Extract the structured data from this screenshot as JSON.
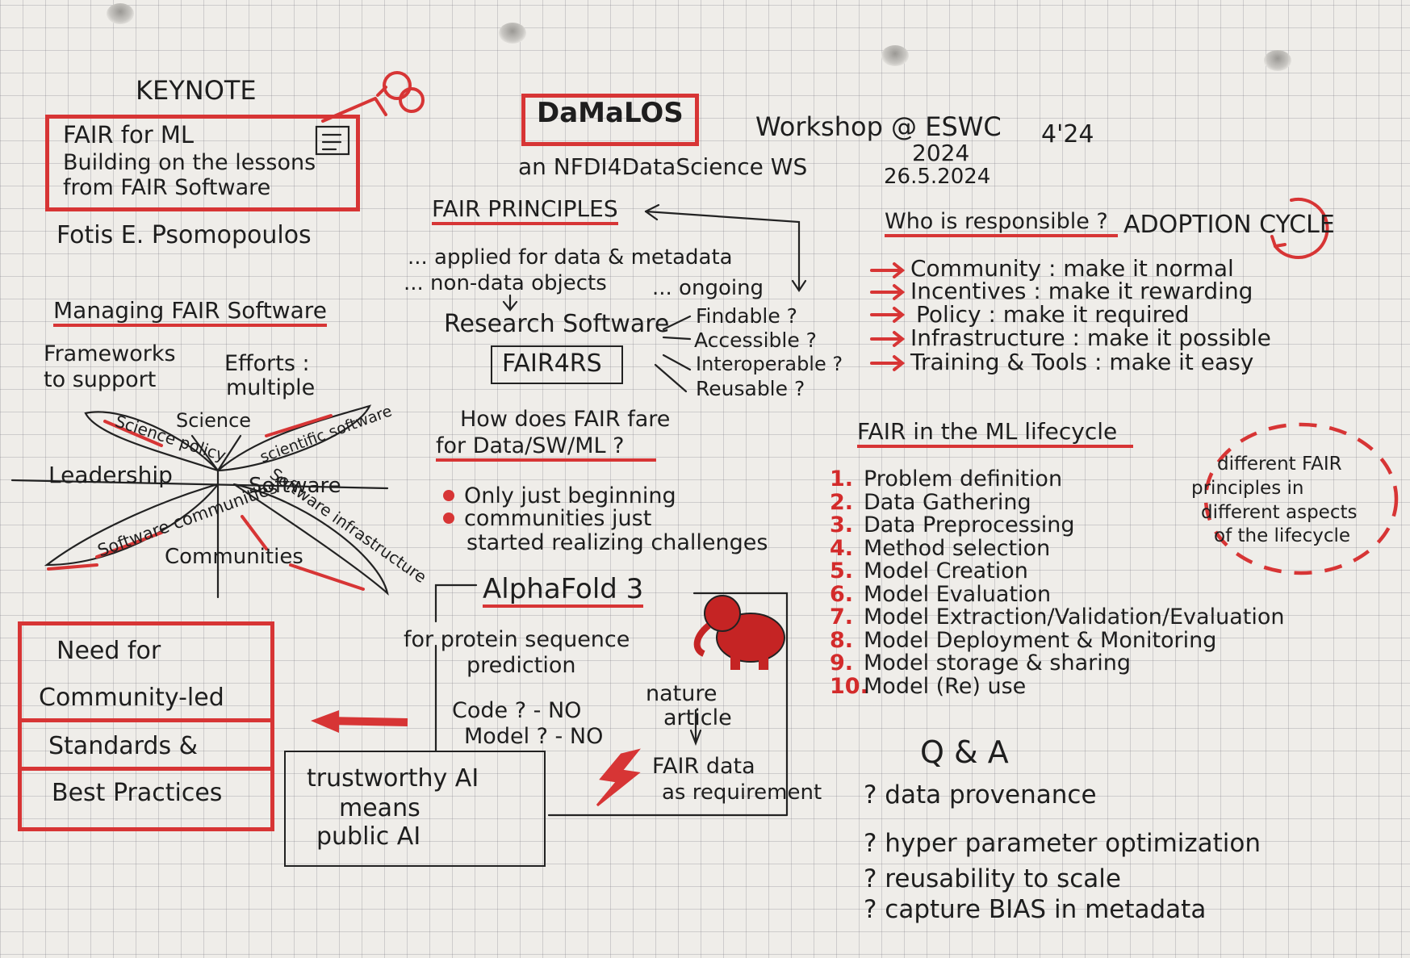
{
  "keynote": {
    "label": "KEYNOTE",
    "title1": "FAIR for ML",
    "title2": "Building on the lessons",
    "title3": "from FAIR Software",
    "speaker": "Fotis E. Psomopoulos"
  },
  "header": {
    "event": "DaMaLOS",
    "workshop": "Workshop @ ESWC",
    "year": "2024",
    "date": "26.5.2024",
    "subtitle": "an NFDI4DataScience WS",
    "signature": "4'24"
  },
  "fair_principles": {
    "title": "FAIR PRINCIPLES",
    "line1": "... applied for data & metadata",
    "line2_a": "... non-data objects",
    "line2_b": "... ongoing",
    "rs": "Research Software",
    "fair4rs": "FAIR4RS",
    "items": [
      "Findable ?",
      "Accessible ?",
      "Interoperable ?",
      "Reusable ?"
    ]
  },
  "managing": {
    "title": "Managing FAIR Software",
    "frameworks1": "Frameworks",
    "frameworks2": "to support",
    "efforts1": "Efforts :",
    "efforts2": "multiple",
    "petals": {
      "science": "Science",
      "science_policy": "Science policy",
      "scientific_software": "scientific software",
      "leadership": "Leadership",
      "software": "Software",
      "software_communities": "Software communities",
      "software_infrastructure": "Software infrastructure",
      "communities": "Communities"
    }
  },
  "need": {
    "l1": "Need for",
    "l2": "Community-led",
    "l3": "Standards &",
    "l4": "Best Practices"
  },
  "how": {
    "title1": "How does FAIR fare",
    "title2": "for Data/SW/ML ?",
    "b1": "Only just beginning",
    "b2a": "communities just",
    "b2b": "started realizing challenges"
  },
  "alphafold": {
    "title": "AlphaFold 3",
    "for1": "for protein sequence",
    "for2": "prediction",
    "code": "Code ? - NO",
    "model": "Model ? - NO",
    "nature1": "nature",
    "nature2": "article",
    "req1": "FAIR data",
    "req2": "as requirement",
    "trust1": "trustworthy AI",
    "trust2": "means",
    "trust3": "public AI"
  },
  "responsible": {
    "question": "Who is responsible ?",
    "cycle": "ADOPTION CYCLE",
    "items": [
      "Community : make it normal",
      "Incentives : make it rewarding",
      "Policy : make it required",
      "Infrastructure : make it possible",
      "Training & Tools : make it easy"
    ]
  },
  "lifecycle": {
    "title": "FAIR in the ML lifecycle",
    "numbers": [
      "1.",
      "2.",
      "3.",
      "4.",
      "5.",
      "6.",
      "7.",
      "8.",
      "9.",
      "10."
    ],
    "steps": [
      "Problem definition",
      "Data Gathering",
      "Data Preprocessing",
      "Method selection",
      "Model Creation",
      "Model Evaluation",
      "Model Extraction/Validation/Evaluation",
      "Model Deployment & Monitoring",
      "Model storage & sharing",
      "Model (Re) use"
    ],
    "note1": "different FAIR",
    "note2": "principles in",
    "note3": "different aspects",
    "note4": "of the lifecycle"
  },
  "qa": {
    "title": "Q & A",
    "items": [
      "? data provenance",
      "? hyper parameter optimization",
      "? reusability to scale",
      "? capture BIAS in metadata"
    ]
  },
  "colors": {
    "accent": "#d73535",
    "ink": "#1e1e1e",
    "paper": "#efede9",
    "grid": "#a8a8b2"
  }
}
